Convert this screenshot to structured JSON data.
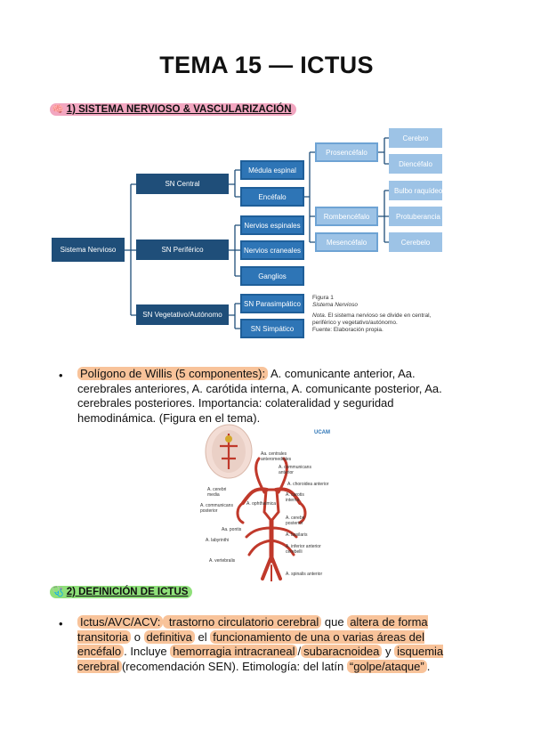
{
  "title": "TEMA 15 — ICTUS",
  "section1": {
    "emoji": "🧠",
    "heading": "1) SISTEMA NERVIOSO & VASCULARIZACIÓN"
  },
  "diagram": {
    "root": "Sistema Nervioso",
    "level1": [
      "SN Central",
      "SN Periférico",
      "SN Vegetativo/Autónomo"
    ],
    "central": [
      "Médula espinal",
      "Encéfalo"
    ],
    "periferico": [
      "Nervios espinales",
      "Nervios craneales",
      "Ganglios"
    ],
    "vegetativo": [
      "SN Parasimpático",
      "SN Simpático"
    ],
    "encefalo": [
      "Prosencéfalo",
      "Rombencéfalo",
      "Mesencéfalo"
    ],
    "prosencefalo": [
      "Cerebro",
      "Diencéfalo"
    ],
    "rombencefalo": [
      "Bulbo raquídeo",
      "Protuberancia",
      "Cerebelo"
    ],
    "figure_label": "Figura 1",
    "figure_title": "Sistema Nervioso",
    "note_prefix": "Nota.",
    "note_text": " El sistema nervioso se divide en central, periférico y vegetativo/autónomo.",
    "source": "Fuente: Elaboración propia."
  },
  "bullet1": {
    "marker": "•",
    "highlight": "Polígono de Willis (5 componentes):",
    "text": " A. comunicante anterior, Aa. cerebrales anteriores, A. carótida interna, A. comunicante posterior, Aa. cerebrales posteriores. Importancia: colateralidad y seguridad hemodinámica. (Figura en el tema)."
  },
  "brain_figure": {
    "brand": "UCAM",
    "labels": [
      "Aa. centrales anteromediales",
      "A. communicans anterior",
      "A. choroidea anterior",
      "A. cerebri media",
      "A. ophthalmica",
      "A. carotis interna",
      "A. communicans posterior",
      "A. cerebri posterior",
      "Aa. pontis",
      "A. basilaris",
      "A. labyrinthi",
      "A. inferior anterior cerebelli",
      "A. vertebralis",
      "A. spinalis anterior"
    ]
  },
  "section2": {
    "emoji": "🩺",
    "heading": "2) DEFINICIÓN DE ICTUS"
  },
  "bullet2": {
    "marker": "•",
    "parts": [
      {
        "t": "Ictus/AVC/ACV:",
        "h": true
      },
      {
        "t": " trastorno circulatorio cerebral",
        "h": true
      },
      {
        "t": " que ",
        "h": false
      },
      {
        "t": "altera de forma transitoria",
        "h": true
      },
      {
        "t": " o ",
        "h": false
      },
      {
        "t": "definitiva",
        "h": true
      },
      {
        "t": " el ",
        "h": false
      },
      {
        "t": "funcionamiento de una o varias áreas del encéfalo",
        "h": true
      },
      {
        "t": ". Incluye ",
        "h": false
      },
      {
        "t": "hemorragia intracraneal",
        "h": true
      },
      {
        "t": "/",
        "h": false
      },
      {
        "t": "subaracnoidea",
        "h": true
      },
      {
        "t": " y ",
        "h": false
      },
      {
        "t": "isquemia cerebral",
        "h": true
      },
      {
        "t": "(recomendación SEN). Etimología: del latín ",
        "h": false
      },
      {
        "t": "“golpe/ataque”",
        "h": true
      },
      {
        "t": ".",
        "h": false
      }
    ]
  },
  "colors": {
    "dark_box": "#1f4e79",
    "mid_box": "#2e75b6",
    "light_box": "#9dc3e6",
    "highlight_orange": "#f8c39a",
    "highlight_pink": "#f2a6c0",
    "highlight_green": "#8fe07a",
    "artery_red": "#c0392b"
  }
}
